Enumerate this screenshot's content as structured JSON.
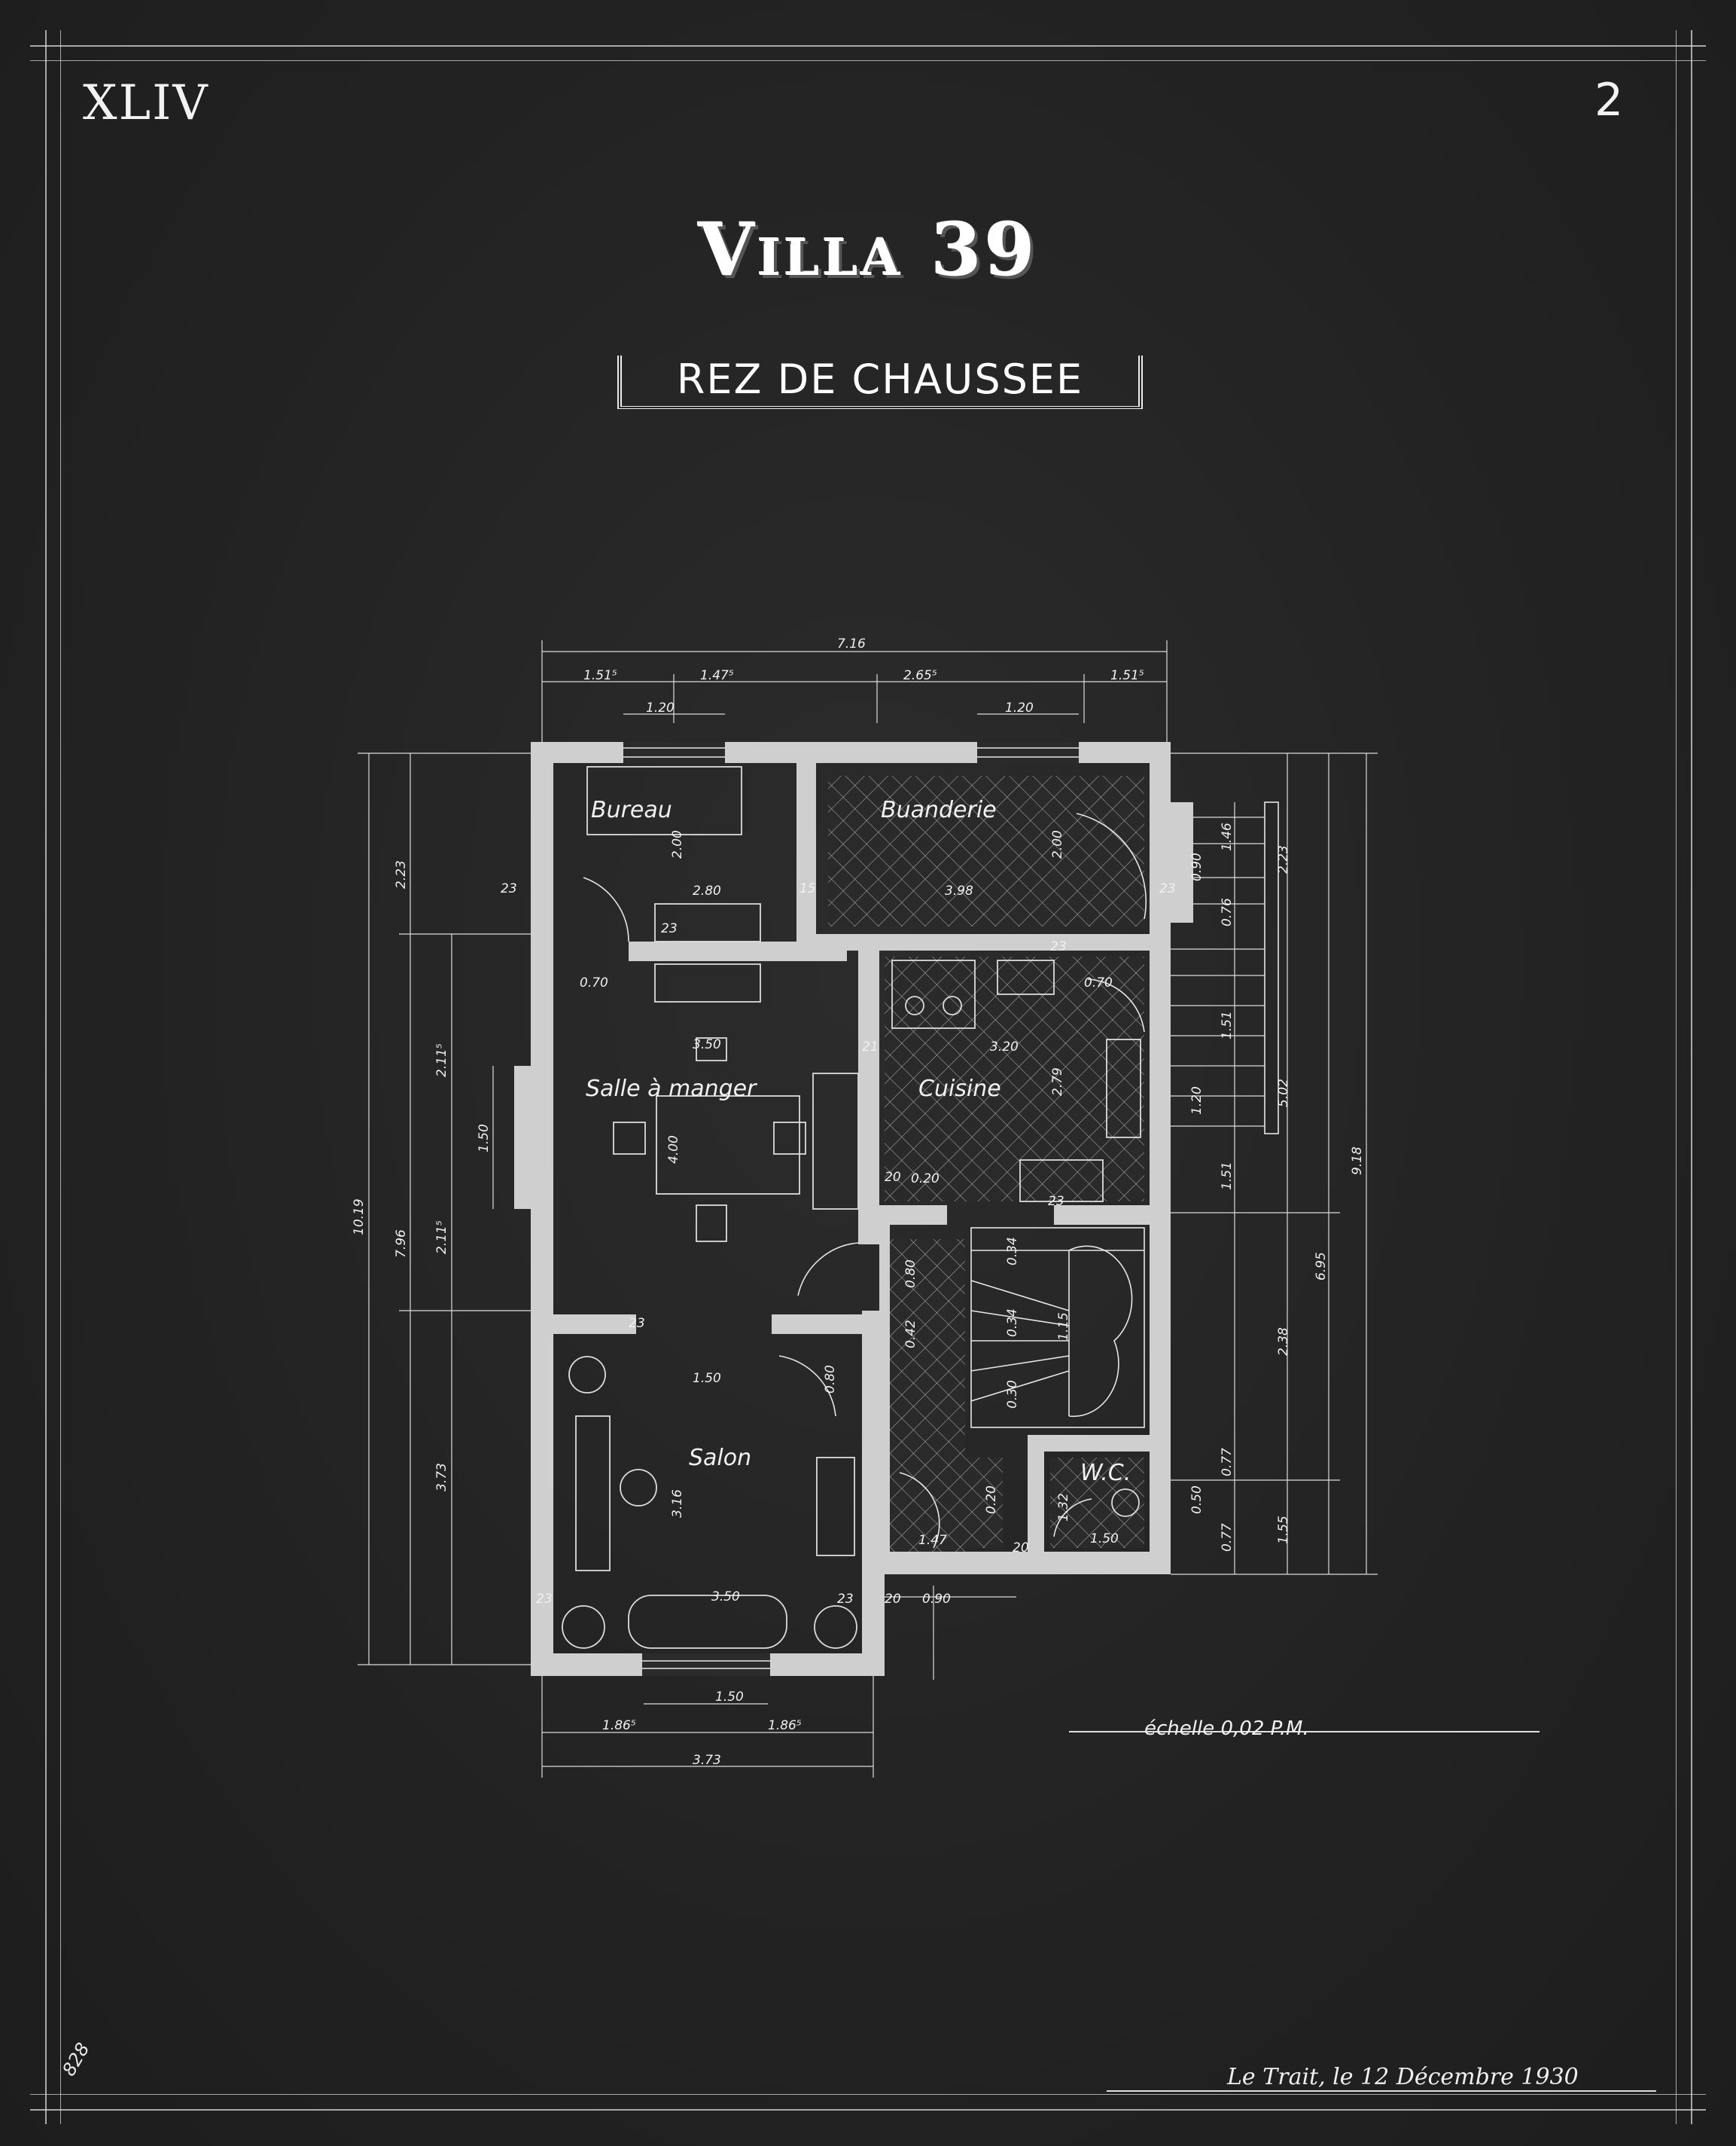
{
  "sheet": {
    "roman_numeral": "XLIV",
    "sheet_number": "2",
    "title": "Villa 39",
    "subtitle": "REZ DE CHAUSSEE",
    "scale_note": "échelle 0,02 P.M.",
    "place_date": "Le Trait, le 12 Décembre 1930",
    "archive_number": "828"
  },
  "rooms": [
    {
      "name": "Bureau"
    },
    {
      "name": "Buanderie"
    },
    {
      "name": "Salle à manger"
    },
    {
      "name": "Cuisine"
    },
    {
      "name": "Salon"
    },
    {
      "name": "W.C."
    }
  ],
  "dimensions": {
    "top_overall": "7.16",
    "top_segments": [
      "1.51⁵",
      "1.47⁵",
      "2.65⁵",
      "1.51⁵"
    ],
    "top_openings": [
      "1.20",
      "1.20"
    ],
    "bottom_overall": "3.73",
    "bottom_segments": [
      "1.86⁵",
      "1.86⁵"
    ],
    "bottom_opening": "1.50",
    "left_overall": "10.19",
    "left_mid": "7.96",
    "left_segments": [
      "2.23",
      "2.11⁵",
      "2.11⁵"
    ],
    "left_lower": "3.73",
    "left_window": "1.50",
    "right_overall": "9.18",
    "right_segments": [
      "2.23",
      "6.95",
      "2.38",
      "1.55"
    ],
    "right_stair": [
      "1.46",
      "0.90",
      "0.76",
      "1.51",
      "1.20",
      "1.51",
      "5.02",
      "0.50",
      "0.77",
      "0.77"
    ],
    "interior": [
      "2.00",
      "2.80",
      "3.98",
      "2.00",
      "0.70",
      "3.50",
      "4.00",
      "3.20",
      "2.79",
      "0.70",
      "0.20",
      "1.50",
      "3.16",
      "3.50",
      "0.80",
      "1.47",
      "0.20",
      "0.90",
      "1.32",
      "1.50",
      "0.42",
      "0.80",
      "0.34",
      "0.34",
      "1.15",
      "0.30"
    ],
    "walls": [
      "23",
      "15",
      "23",
      "23",
      "23",
      "21",
      "20",
      "23",
      "23",
      "23",
      "20",
      "23",
      "20"
    ]
  },
  "colors": {
    "background": "#232323",
    "ink": "#f0f0f0"
  }
}
